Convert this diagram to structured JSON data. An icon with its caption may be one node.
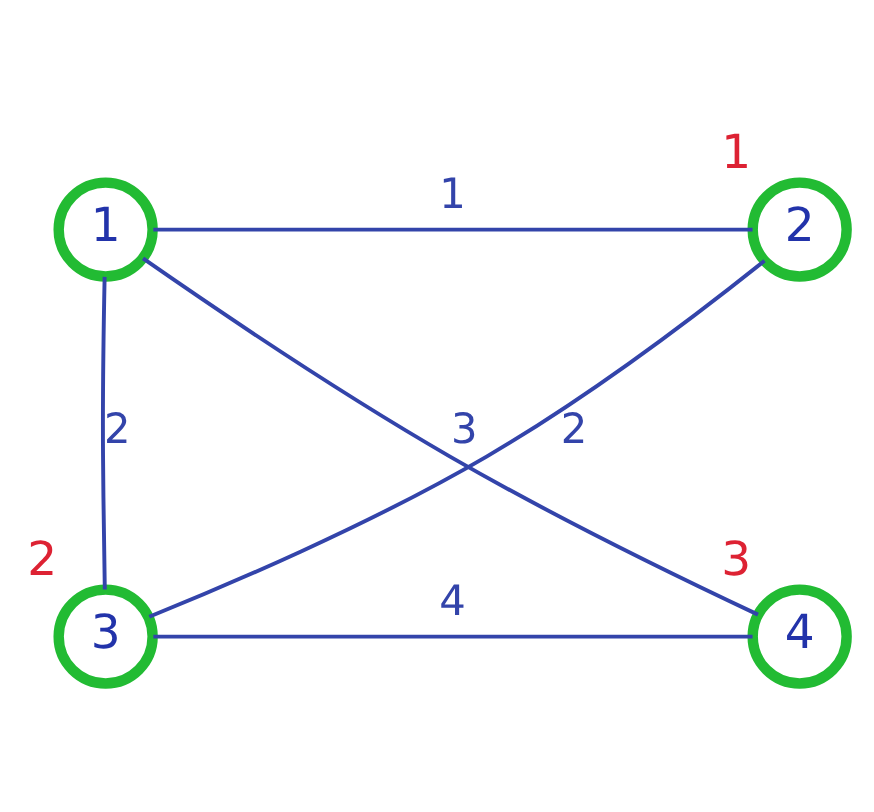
{
  "diagram": {
    "nodes": [
      {
        "text": [
          "1"
        ]
      },
      {
        "text": [
          "2"
        ],
        "beside": [
          "1"
        ]
      },
      {
        "text": [
          "3"
        ],
        "beside": [
          "2"
        ]
      },
      {
        "text": [
          "4"
        ],
        "beside": [
          "3"
        ]
      }
    ],
    "edges": [
      {
        "from": 0,
        "to": 1,
        "arrow": "none",
        "label": "1"
      },
      {
        "from": 0,
        "to": 2,
        "arrow": "none",
        "label": "2"
      },
      {
        "from": 0,
        "to": 3,
        "arrow": "none",
        "label": "3"
      },
      {
        "from": 1,
        "to": 2,
        "arrow": "none",
        "label": "2"
      },
      {
        "from": 2,
        "to": 3,
        "arrow": "none",
        "label": "4"
      }
    ]
  }
}
